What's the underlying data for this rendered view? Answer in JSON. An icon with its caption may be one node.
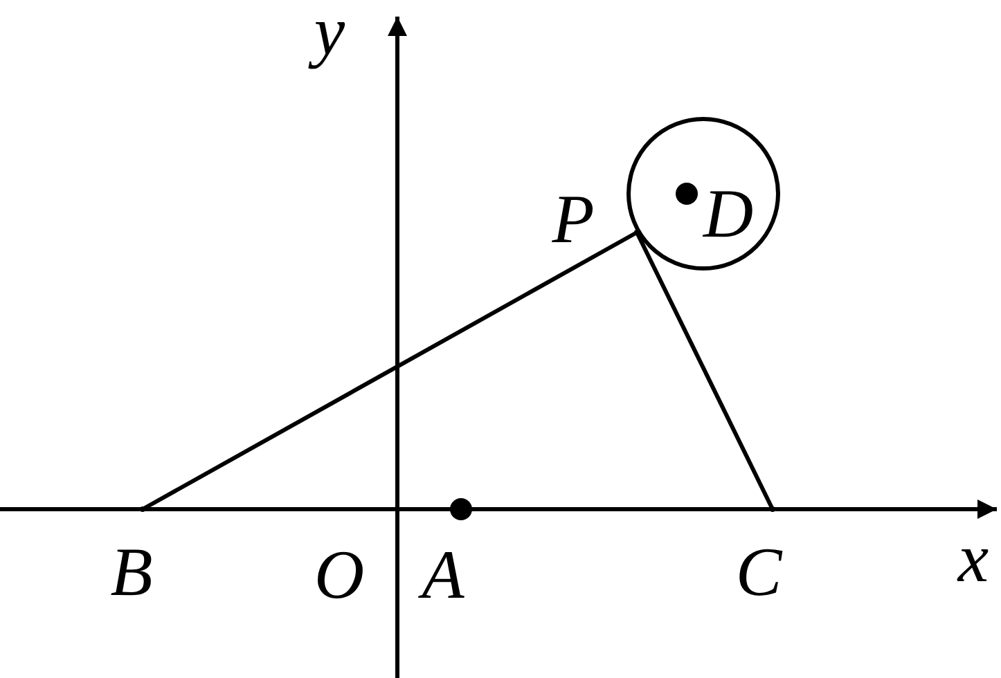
{
  "diagram": {
    "nodes": [
      {
        "text": [],
        "shape": "point",
        "beside": [
          "B"
        ]
      },
      {
        "text": [],
        "shape": "point",
        "beside": [
          "P"
        ]
      },
      {
        "text": [],
        "shape": "point",
        "beside": [
          "C"
        ]
      }
    ],
    "edges": [
      {
        "from": 0,
        "to": 1,
        "arrow": "none"
      },
      {
        "from": 1,
        "to": 2,
        "arrow": "none"
      }
    ],
    "labels": [
      "y",
      "D",
      "x",
      "O",
      "A"
    ]
  }
}
